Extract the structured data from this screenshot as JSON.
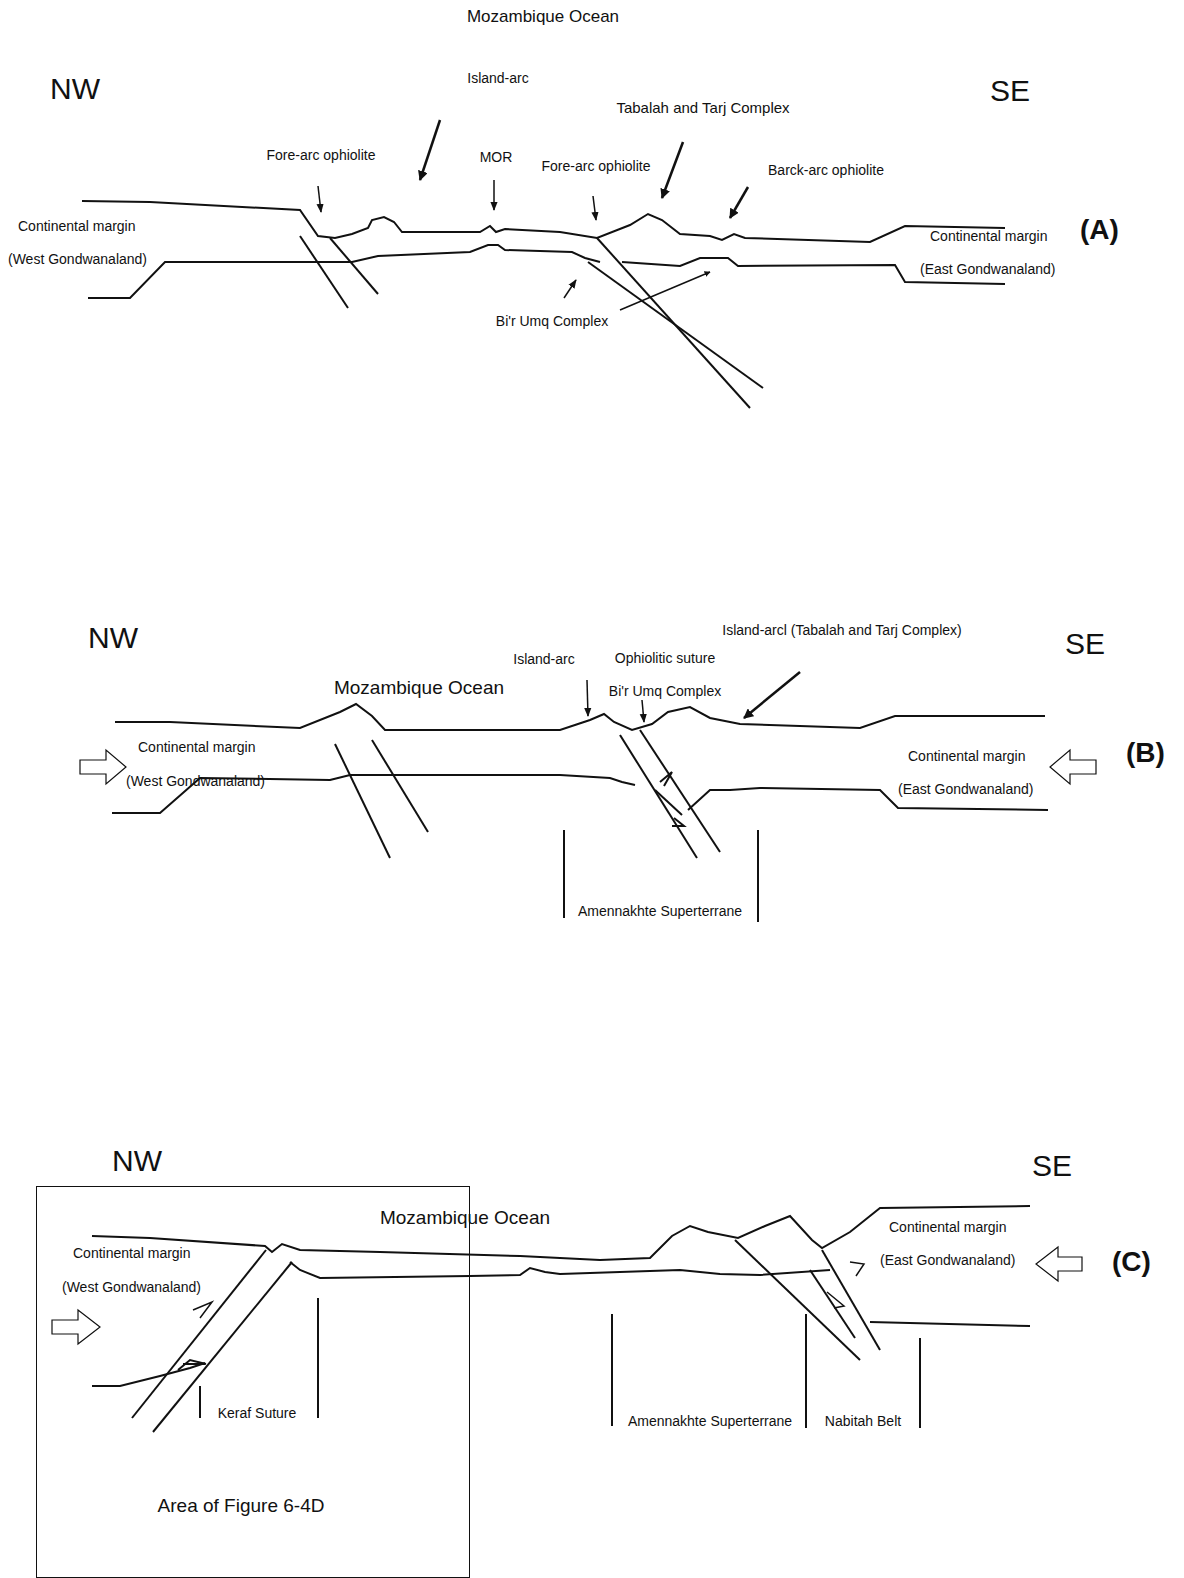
{
  "diagram": {
    "nodes": [
      {
        "text": [
          "Area of Figure 6-4D"
        ]
      }
    ],
    "labels": [
      "Mozambique Ocean",
      "NW",
      "SE",
      "Island-arc",
      "Tabalah and Tarj Complex",
      "Fore-arc ophiolite",
      "MOR",
      "Fore-arc ophiolite",
      "Barck-arc ophiolite",
      "Continental margin",
      "(West Gondwanaland)",
      "Continental margin",
      "(East Gondwanaland)",
      "(A)",
      "Bi'r Umq Complex",
      "NW",
      "SE",
      "Island-arcl (Tabalah and Tarj Complex)",
      "Island-arc",
      "Ophiolitic suture",
      "Mozambique Ocean",
      "Bi'r Umq Complex",
      "Continental margin",
      "(West Gondwanaland)",
      "Continental margin",
      "(East Gondwanaland)",
      "(B)",
      "Amennakhte Superterrane",
      "NW",
      "SE",
      "Mozambique Ocean",
      "Continental margin",
      "(West Gondwanaland)",
      "Continental margin",
      "(East Gondwanaland)",
      "(C)",
      "Keraf Suture",
      "Amennakhte Superterrane",
      "Nabitah Belt"
    ]
  }
}
